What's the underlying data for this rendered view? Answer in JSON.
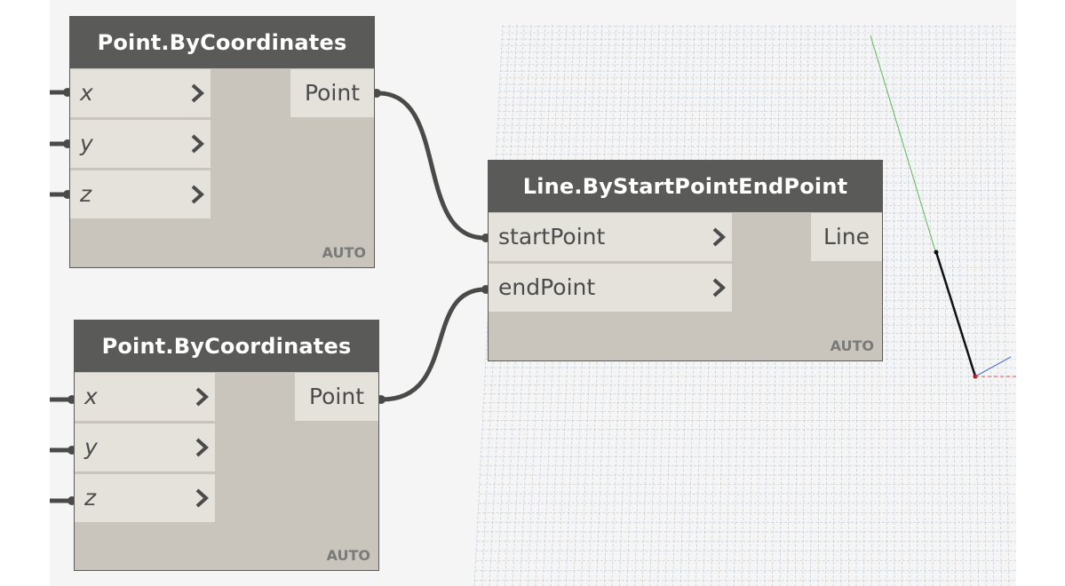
{
  "nodes": {
    "point1": {
      "title": "Point.ByCoordinates",
      "inputs": [
        "x",
        "y",
        "z"
      ],
      "output": "Point",
      "lacing": "AUTO"
    },
    "point2": {
      "title": "Point.ByCoordinates",
      "inputs": [
        "x",
        "y",
        "z"
      ],
      "output": "Point",
      "lacing": "AUTO"
    },
    "line": {
      "title": "Line.ByStartPointEndPoint",
      "inputs": [
        "startPoint",
        "endPoint"
      ],
      "output": "Line",
      "lacing": "AUTO"
    }
  },
  "colors": {
    "node_header": "#5a5a58",
    "node_body": "#c9c5bd",
    "port_bg": "#e5e2dc",
    "wire": "#4a4a48",
    "grid": "#9fb3c8",
    "axis_green": "#5cb85c",
    "geometry": "#111111",
    "axis_red": "#e05050",
    "axis_blue": "#5070d0"
  }
}
